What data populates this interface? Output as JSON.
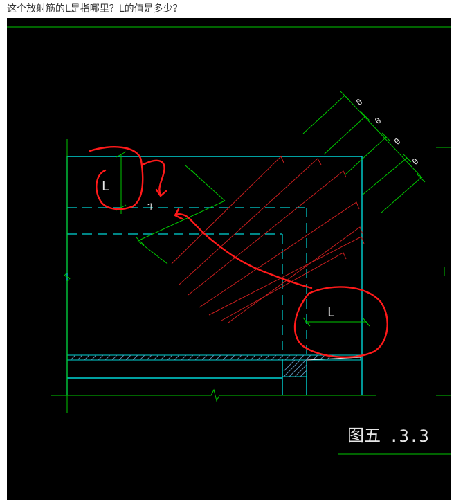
{
  "question": "这个放射筋的L是指哪里？L的值是多少？",
  "drawing": {
    "label_upper": "L",
    "label_lower": "L",
    "dim_tick": "7",
    "dim_markers": [
      "0",
      "0",
      "0",
      "0"
    ],
    "figure_caption": "图五",
    "figure_number": ".3.3"
  },
  "colors": {
    "background": "#000000",
    "outline": "#00d6d6",
    "dimension": "#00c800",
    "rebar": "#c81e1e",
    "annotation": "#ff1a1a",
    "text": "#e6e6e6"
  }
}
